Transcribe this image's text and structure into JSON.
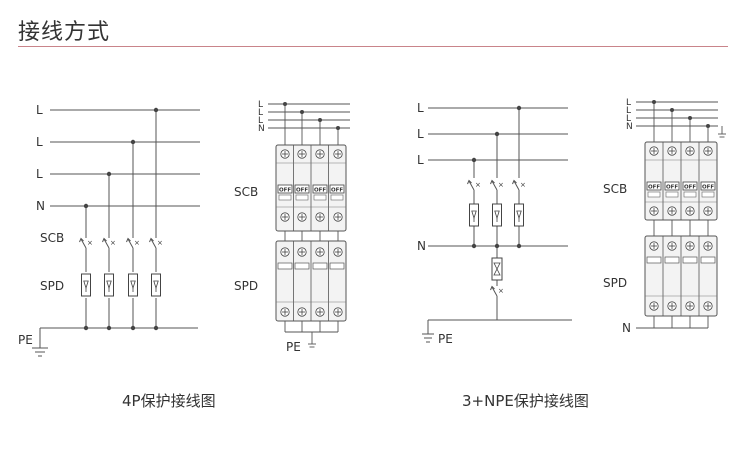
{
  "title": "接线方式",
  "left_diagram": {
    "lines": [
      "L",
      "L",
      "L",
      "N"
    ],
    "scb_label": "SCB",
    "spd_label": "SPD",
    "pe_label": "PE",
    "module_lines": [
      "L",
      "L",
      "L",
      "N"
    ],
    "module_scb_label": "SCB",
    "module_spd_label": "SPD",
    "module_off": "OFF",
    "module_pe_label": "PE",
    "caption": "4P保护接线图"
  },
  "right_diagram": {
    "lines": [
      "L",
      "L",
      "L",
      "N"
    ],
    "pe_label": "PE",
    "module_lines": [
      "L",
      "L",
      "L",
      "N"
    ],
    "module_scb_label": "SCB",
    "module_spd_label": "SPD",
    "module_off": "OFF",
    "module_n_label": "N",
    "caption": "3+NPE保护接线图"
  }
}
